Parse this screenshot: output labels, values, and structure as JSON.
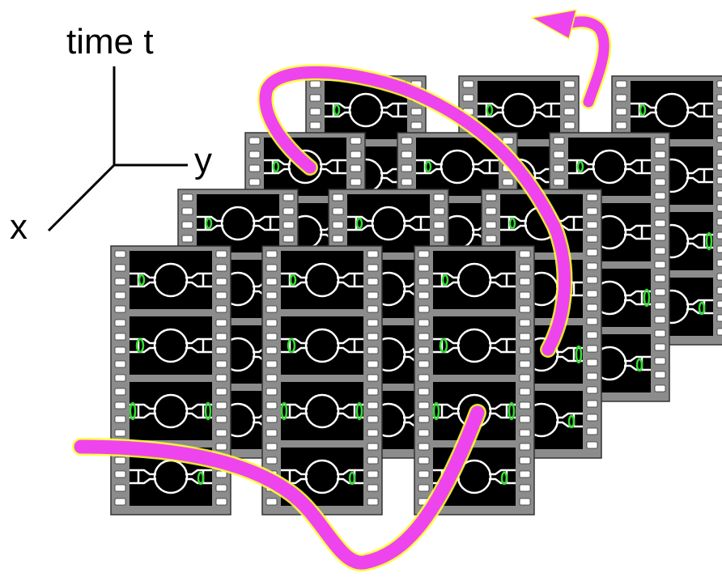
{
  "axes": {
    "time_label": "time t",
    "y_label": "y",
    "x_label": "x"
  },
  "grid": {
    "layers": 4,
    "columns": 3,
    "frames_per_strip": 4
  },
  "colors": {
    "arrow": "#ee44ee",
    "arrow_glow": "#ffff33",
    "film": "#8c8c8c",
    "frame": "#000000",
    "chamber": "#ffffff",
    "droplet": "#33dd33"
  },
  "droplet_positions": [
    "left-inlet",
    "left-constriction",
    "left-entry",
    "outlet"
  ]
}
